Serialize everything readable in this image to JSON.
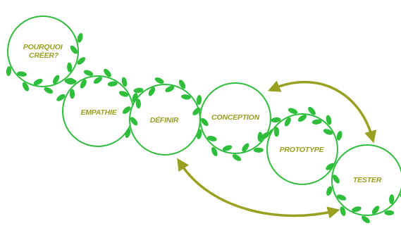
{
  "stages": [
    {
      "id": "pourquoi",
      "label_line1": "POURQUOI",
      "label_line2": "CRÉER?"
    },
    {
      "id": "empathie",
      "label_line1": "EMPATHIE"
    },
    {
      "id": "definir",
      "label_line1": "DÉFINIR"
    },
    {
      "id": "conception",
      "label_line1": "CONCEPTION"
    },
    {
      "id": "prototype",
      "label_line1": "PROTOTYPE"
    },
    {
      "id": "tester",
      "label_line1": "TESTER"
    }
  ],
  "colors": {
    "circle": "#2fbd3c",
    "leaf": "#2fbd3c",
    "label": "#9aa020",
    "arrow": "#9aa020",
    "background": "#ffffff"
  }
}
